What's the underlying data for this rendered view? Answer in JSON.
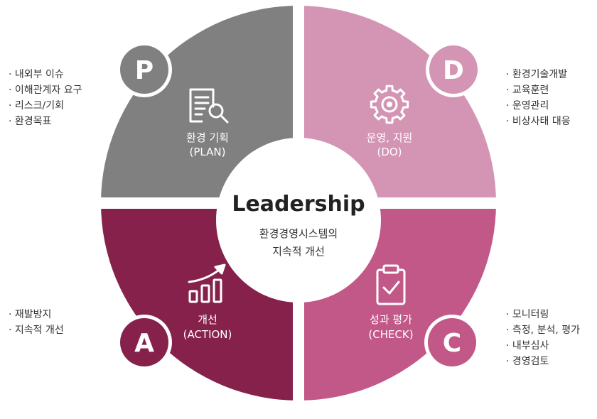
{
  "center": {
    "title": "Leadership",
    "line1": "환경경영시스템의",
    "line2": "지속적 개선"
  },
  "quadrants": {
    "plan": {
      "badge": "P",
      "title": "환경 기획",
      "subtitle": "(PLAN)",
      "color": "#808080",
      "icon": "document-search-icon",
      "items": [
        "내외부 이슈",
        "이해관계자 요구",
        "리스크/기회",
        "환경목표"
      ]
    },
    "do": {
      "badge": "D",
      "title": "운영, 지원",
      "subtitle": "(DO)",
      "color": "#d494b4",
      "icon": "gear-icon",
      "items": [
        "환경기술개발",
        "교육훈련",
        "운영관리",
        "비상사태 대응"
      ]
    },
    "action": {
      "badge": "A",
      "title": "개선",
      "subtitle": "(ACTION)",
      "color": "#85214b",
      "icon": "growth-chart-icon",
      "items": [
        "재발방지",
        "지속적 개선"
      ]
    },
    "check": {
      "badge": "C",
      "title": "성과 평가",
      "subtitle": "(CHECK)",
      "color": "#c15888",
      "icon": "clipboard-check-icon",
      "items": [
        "모니터링",
        "측정, 분석, 평가",
        "내부심사",
        "경영검토"
      ]
    }
  }
}
